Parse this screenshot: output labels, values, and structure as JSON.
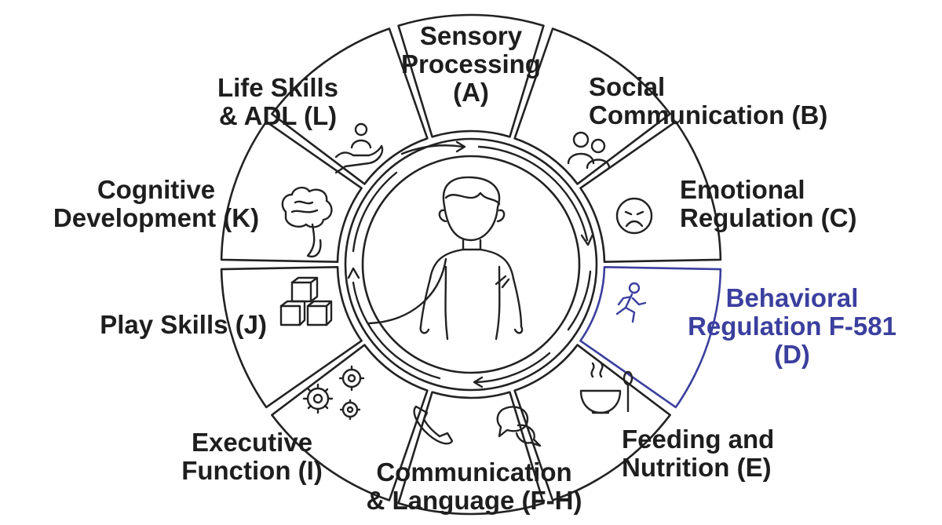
{
  "colors": {
    "ink": "#222222",
    "highlight": "#3b3f9e",
    "background": "#ffffff"
  },
  "center": {
    "icon": "child-figure-icon"
  },
  "domains": [
    {
      "id": "A",
      "lines": [
        "Sensory",
        "Processing",
        "(A)"
      ],
      "icon": "",
      "highlighted": false
    },
    {
      "id": "B",
      "lines": [
        "Social",
        "Communication (B)"
      ],
      "icon": "people-icon",
      "highlighted": false
    },
    {
      "id": "C",
      "lines": [
        "Emotional",
        "Regulation (C)"
      ],
      "icon": "sad-face-icon",
      "highlighted": false
    },
    {
      "id": "D",
      "lines": [
        "Behavioral",
        "Regulation F-581",
        "(D)"
      ],
      "icon": "running-person-icon",
      "highlighted": true
    },
    {
      "id": "E",
      "lines": [
        "Feeding and",
        "Nutrition (E)"
      ],
      "icon": "soup-bowl-spoon-icon",
      "highlighted": false
    },
    {
      "id": "F-H",
      "lines": [
        "Communication",
        "& Language (F-H)"
      ],
      "icon": "phone-speech-bubbles-icon",
      "highlighted": false
    },
    {
      "id": "I",
      "lines": [
        "Executive",
        "Function (I)"
      ],
      "icon": "gears-icon",
      "highlighted": false
    },
    {
      "id": "J",
      "lines": [
        "Play Skills (J)"
      ],
      "icon": "blocks-icon",
      "highlighted": false
    },
    {
      "id": "K",
      "lines": [
        "Cognitive",
        "Development (K)"
      ],
      "icon": "brain-icon",
      "highlighted": false
    },
    {
      "id": "L",
      "lines": [
        "Life Skills",
        "& ADL (L)"
      ],
      "icon": "hand-care-icon",
      "highlighted": false
    }
  ]
}
